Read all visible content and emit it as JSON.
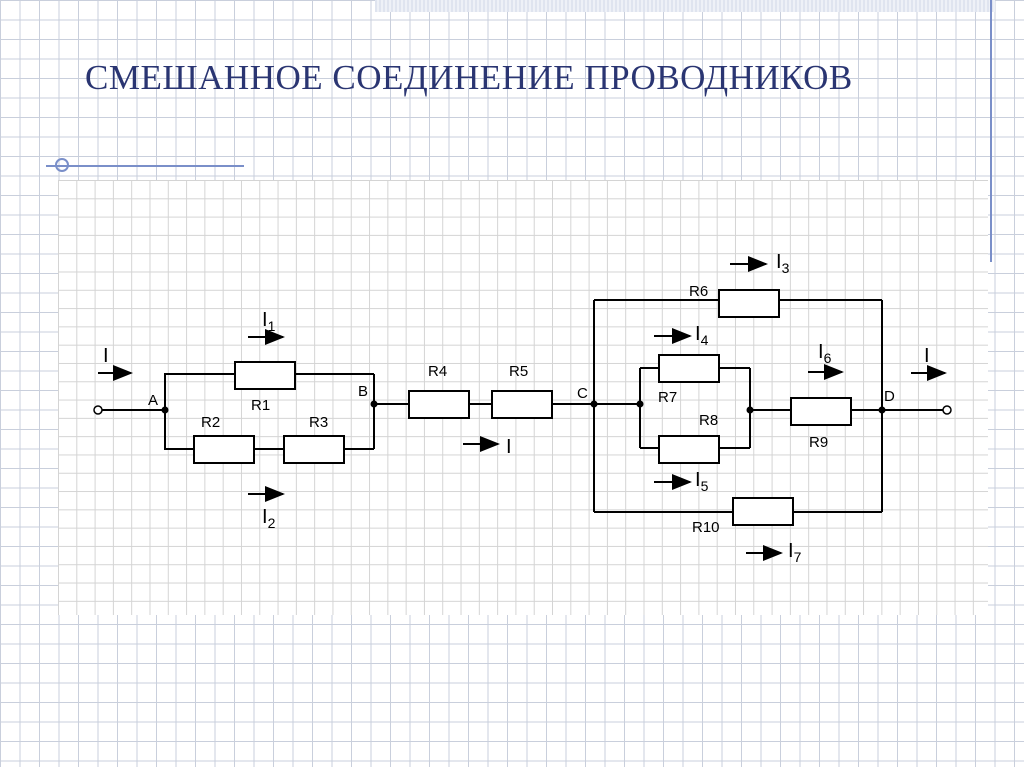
{
  "title": "СМЕШАННОЕ СОЕДИНЕНИЕ ПРОВОДНИКОВ",
  "diagram": {
    "nodes": {
      "a": "A",
      "b": "B",
      "c": "C",
      "d": "D"
    },
    "resistors": {
      "r1": "R1",
      "r2": "R2",
      "r3": "R3",
      "r4": "R4",
      "r5": "R5",
      "r6": "R6",
      "r7": "R7",
      "r8": "R8",
      "r9": "R9",
      "r10": "R10"
    },
    "currents": {
      "i_in": {
        "main": "I",
        "sub": ""
      },
      "i1": {
        "main": "I",
        "sub": "1"
      },
      "i2": {
        "main": "I",
        "sub": "2"
      },
      "i_mid": {
        "main": "I",
        "sub": ""
      },
      "i3": {
        "main": "I",
        "sub": "3"
      },
      "i4": {
        "main": "I",
        "sub": "4"
      },
      "i5": {
        "main": "I",
        "sub": "5"
      },
      "i6": {
        "main": "I",
        "sub": "6"
      },
      "i7": {
        "main": "I",
        "sub": "7"
      },
      "i_out": {
        "main": "I",
        "sub": ""
      }
    }
  }
}
